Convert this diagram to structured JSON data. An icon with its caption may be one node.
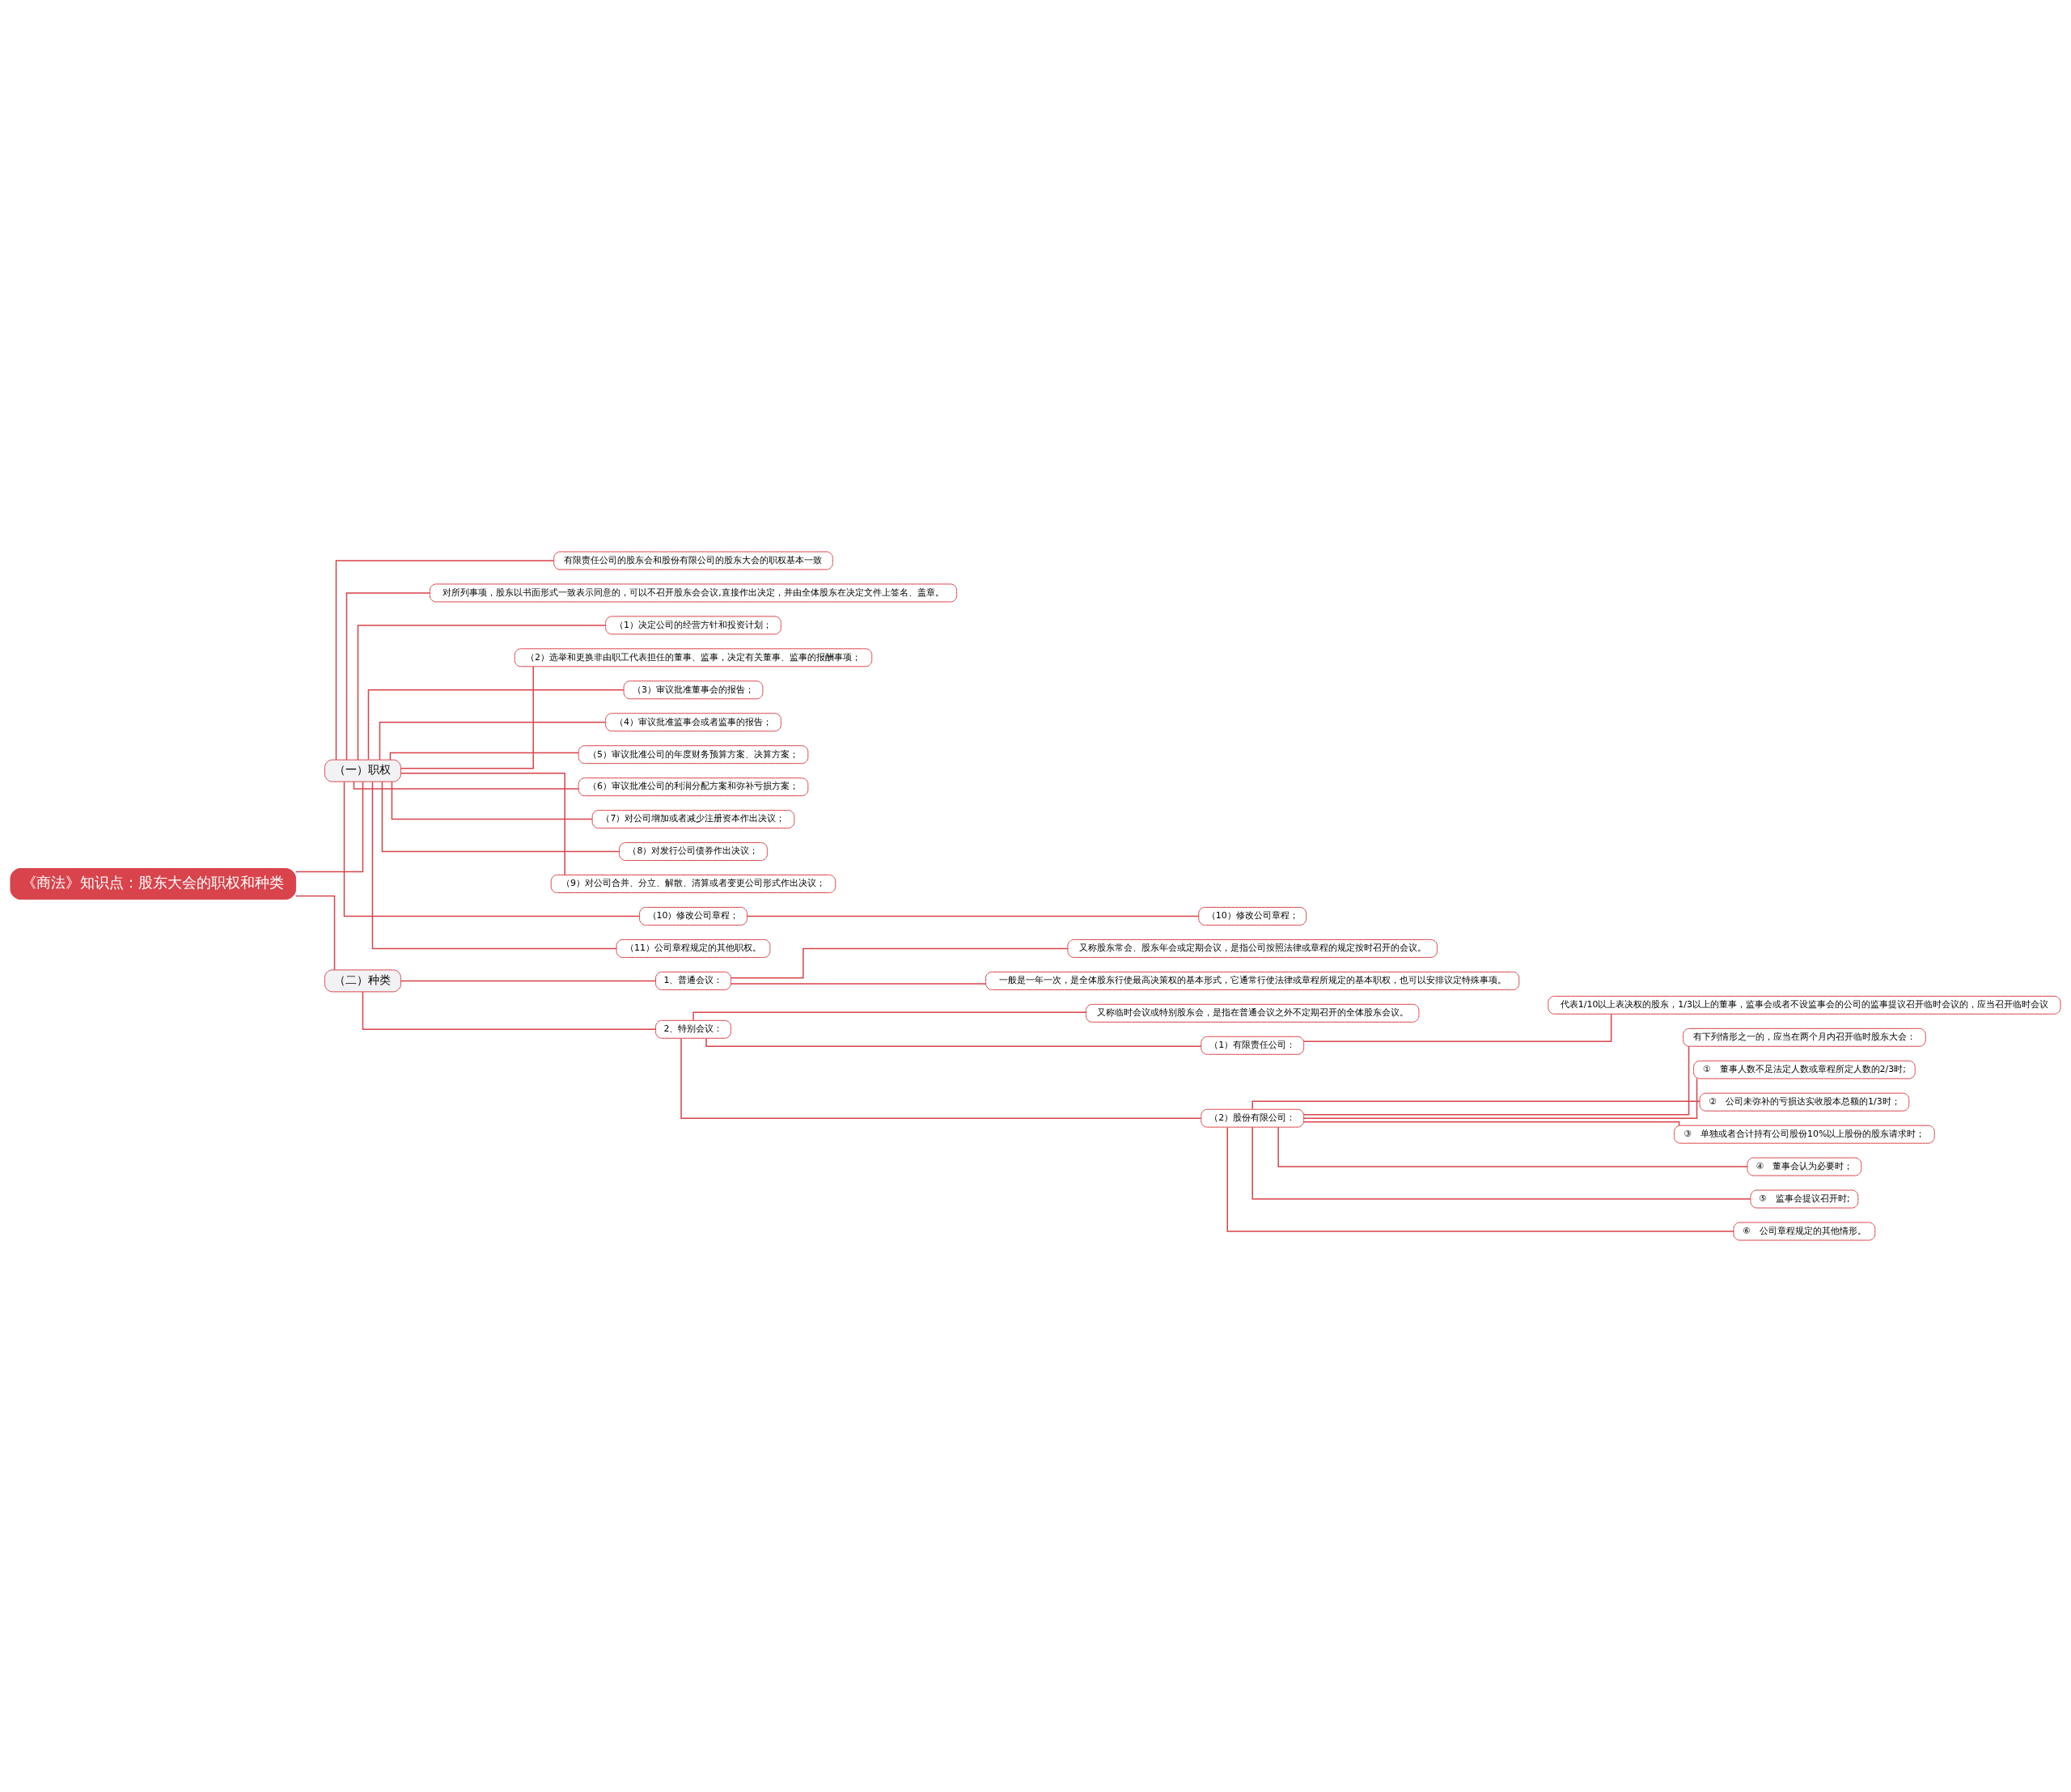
{
  "diagram": {
    "nodes": [
      {
        "text": [
          "《商法》知识点：股东大会的职权和种类"
        ]
      },
      {
        "text": [
          "（一）职权"
        ]
      },
      {
        "text": [
          "有限责任公司的股东会和股份有限公司的股东大会的职权基本一致"
        ]
      },
      {
        "text": [
          "对所列事项，股东以书面形式一致表示同意的，可以不召开股东会会议,直接作出决定，并由全体股东在决定文件上签名、盖章。"
        ]
      },
      {
        "text": [
          "（1）决定公司的经营方针和投资计划；"
        ]
      },
      {
        "text": [
          "（2）选举和更换非由职工代表担任的董事、监事，决定有关董事、监事的报酬事项；"
        ]
      },
      {
        "text": [
          "（3）审议批准董事会的报告；"
        ]
      },
      {
        "text": [
          "（4）审议批准监事会或者监事的报告；"
        ]
      },
      {
        "text": [
          "（5）审议批准公司的年度财务预算方案、决算方案；"
        ]
      },
      {
        "text": [
          "（6）审议批准公司的利润分配方案和弥补亏损方案；"
        ]
      },
      {
        "text": [
          "（7）对公司增加或者减少注册资本作出决议；"
        ]
      },
      {
        "text": [
          "（8）对发行公司债券作出决议；"
        ]
      },
      {
        "text": [
          "（9）对公司合并、分立、解散、清算或者变更公司形式作出决议；"
        ]
      },
      {
        "text": [
          "（10）修改公司章程；"
        ]
      },
      {
        "text": [
          "（10）修改公司章程；"
        ]
      },
      {
        "text": [
          "（11）公司章程规定的其他职权。"
        ]
      },
      {
        "text": [
          "（二）种类"
        ]
      },
      {
        "text": [
          "1、普通会议："
        ]
      },
      {
        "text": [
          "又称股东常会、股东年会或定期会议，是指公司按照法律或章程的规定按时召开的会议。"
        ]
      },
      {
        "text": [
          "一般是一年一次，是全体股东行使最高决策权的基本形式，它通常行使法律或章程所规定的基本职权，也可以安排议定特殊事项。"
        ]
      },
      {
        "text": [
          "2、特别会议："
        ]
      },
      {
        "text": [
          "又称临时会议或特别股东会，是指在普通会议之外不定期召开的全体股东会议。"
        ]
      },
      {
        "text": [
          "（1）有限责任公司："
        ]
      },
      {
        "text": [
          "代表1/10以上表决权的股东，1/3以上的董事，监事会或者不设监事会的公司的监事提议召开临时会议的，应当召开临时会议"
        ]
      },
      {
        "text": [
          "（2）股份有限公司："
        ]
      },
      {
        "text": [
          "有下列情形之一的，应当在两个月内召开临时股东大会："
        ]
      },
      {
        "text": [
          "①　董事人数不足法定人数或章程所定人数的2/3时;"
        ]
      },
      {
        "text": [
          "②　公司未弥补的亏损达实收股本总额的1/3时；"
        ]
      },
      {
        "text": [
          "③　单独或者合计持有公司股份10%以上股份的股东请求时；"
        ]
      },
      {
        "text": [
          "④　董事会认为必要时；"
        ]
      },
      {
        "text": [
          "⑤　监事会提议召开时;"
        ]
      },
      {
        "text": [
          "⑥　公司章程规定的其他情形。"
        ]
      }
    ],
    "edges": [
      {
        "from": 0,
        "to": 1,
        "arrow": "none"
      },
      {
        "from": 1,
        "to": 2,
        "arrow": "none"
      },
      {
        "from": 1,
        "to": 3,
        "arrow": "none"
      },
      {
        "from": 1,
        "to": 4,
        "arrow": "none"
      },
      {
        "from": 1,
        "to": 5,
        "arrow": "none"
      },
      {
        "from": 1,
        "to": 6,
        "arrow": "none"
      },
      {
        "from": 1,
        "to": 7,
        "arrow": "none"
      },
      {
        "from": 1,
        "to": 8,
        "arrow": "none"
      },
      {
        "from": 1,
        "to": 9,
        "arrow": "none"
      },
      {
        "from": 1,
        "to": 10,
        "arrow": "none"
      },
      {
        "from": 1,
        "to": 11,
        "arrow": "none"
      },
      {
        "from": 1,
        "to": 12,
        "arrow": "none"
      },
      {
        "from": 1,
        "to": 13,
        "arrow": "none"
      },
      {
        "from": 13,
        "to": 14,
        "arrow": "none"
      },
      {
        "from": 1,
        "to": 15,
        "arrow": "none"
      },
      {
        "from": 0,
        "to": 16,
        "arrow": "none"
      },
      {
        "from": 16,
        "to": 17,
        "arrow": "none"
      },
      {
        "from": 17,
        "to": 18,
        "arrow": "none"
      },
      {
        "from": 17,
        "to": 19,
        "arrow": "none"
      },
      {
        "from": 16,
        "to": 20,
        "arrow": "none"
      },
      {
        "from": 20,
        "to": 21,
        "arrow": "none"
      },
      {
        "from": 20,
        "to": 22,
        "arrow": "none"
      },
      {
        "from": 22,
        "to": 23,
        "arrow": "none"
      },
      {
        "from": 20,
        "to": 24,
        "arrow": "none"
      },
      {
        "from": 24,
        "to": 25,
        "arrow": "none"
      },
      {
        "from": 24,
        "to": 26,
        "arrow": "none"
      },
      {
        "from": 24,
        "to": 27,
        "arrow": "none"
      },
      {
        "from": 24,
        "to": 28,
        "arrow": "none"
      },
      {
        "from": 24,
        "to": 29,
        "arrow": "none"
      },
      {
        "from": 24,
        "to": 30,
        "arrow": "none"
      },
      {
        "from": 24,
        "to": 31,
        "arrow": "none"
      }
    ]
  }
}
